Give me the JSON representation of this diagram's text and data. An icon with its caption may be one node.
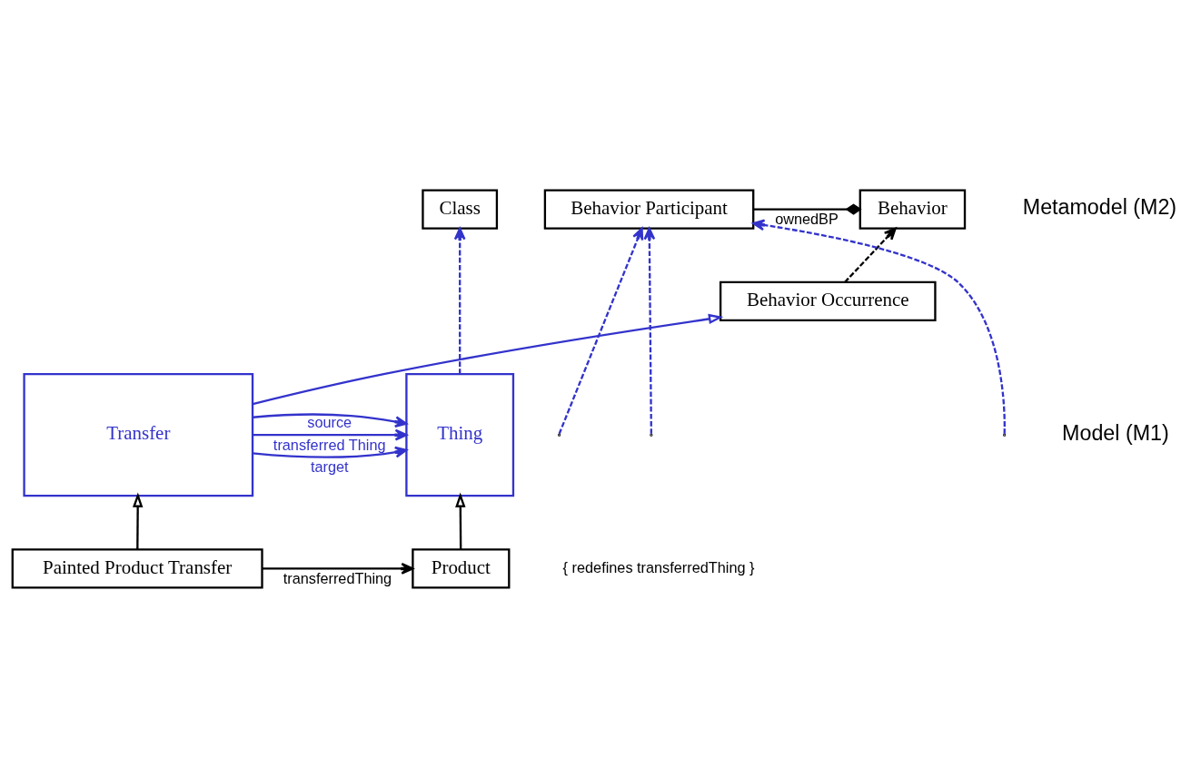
{
  "diagram": {
    "nodes": [
      {
        "text": [
          "Behavior"
        ]
      },
      {
        "text": [
          "Behavior Participant"
        ]
      },
      {
        "text": [
          "Class"
        ]
      },
      {
        "text": [
          "Behavior Occurrence"
        ]
      },
      {
        "text": [
          "Transfer"
        ]
      },
      {
        "text": [
          "Thing"
        ]
      },
      {
        "text": [
          "Painted Product Transfer"
        ]
      },
      {
        "text": [
          "Product"
        ]
      }
    ],
    "edges": [
      {
        "from": 1,
        "to": 0,
        "arrow": "other",
        "label": "ownedBP",
        "color": "#000000"
      },
      {
        "from": 3,
        "to": 0,
        "arrow": "to",
        "style": "dashed",
        "color": "#000000"
      },
      {
        "from": 4,
        "to": 3,
        "arrow": "to"
      },
      {
        "from": null,
        "to": 1,
        "arrow": "to",
        "style": "dashed"
      },
      {
        "from": null,
        "to": 1,
        "arrow": "to",
        "style": "dashed"
      },
      {
        "from": null,
        "to": 1,
        "arrow": "to",
        "style": "dashed"
      },
      {
        "from": 5,
        "to": 2,
        "arrow": "to",
        "style": "dashed"
      },
      {
        "from": 4,
        "to": 5,
        "arrow": "to",
        "label": "transferred Thing"
      },
      {
        "from": 4,
        "to": 5,
        "arrow": "to",
        "label": "source"
      },
      {
        "from": 4,
        "to": 5,
        "arrow": "to",
        "label": "target"
      },
      {
        "from": 6,
        "to": 4,
        "arrow": "to",
        "color": "#000000"
      },
      {
        "from": 7,
        "to": 5,
        "arrow": "to",
        "color": "#000000"
      },
      {
        "from": 6,
        "to": 7,
        "arrow": "to",
        "label": "transferredThing",
        "color": "#000000"
      }
    ],
    "labels": [
      "Metamodel (M2)",
      "Model (M1)",
      "{ redefines transferredThing }"
    ]
  }
}
